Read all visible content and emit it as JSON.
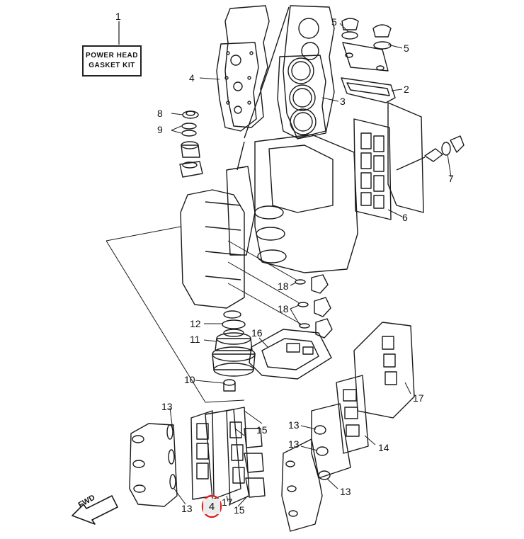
{
  "kit_box": {
    "line1": "POWER HEAD",
    "line2": "GASKET KIT"
  },
  "fwd_label": "FWD",
  "callouts": {
    "c1": "1",
    "c2": "2",
    "c3": "3",
    "c4a": "4",
    "c4b": "4",
    "c5a": "5",
    "c5b": "5",
    "c6": "6",
    "c7": "7",
    "c8": "8",
    "c9": "9",
    "c10": "10",
    "c11": "11",
    "c12": "12",
    "c13a": "13",
    "c13b": "13",
    "c13c": "13",
    "c13d": "13",
    "c13e": "13",
    "c14": "14",
    "c15a": "15",
    "c15b": "15",
    "c16": "16",
    "c17a": "17",
    "c17b": "17",
    "c18a": "18",
    "c18b": "18"
  },
  "highlight_color": "#e02020"
}
